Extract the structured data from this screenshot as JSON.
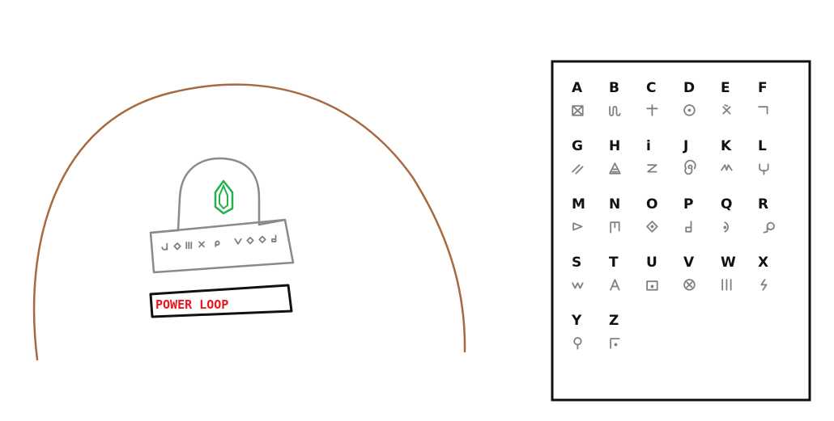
{
  "caption": {
    "text": "POWER LOOP",
    "color": "#e8161d"
  },
  "colors": {
    "arch": "#a8693e",
    "stone": "#8a8a8a",
    "gem": "#22b14c",
    "glyph": "#808080",
    "ink": "#111111"
  },
  "plaque_glyphs": [
    "glyph-d",
    "glyph-o",
    "glyph-w",
    "glyph-e",
    "glyph-r",
    "glyph-space",
    "glyph-l",
    "glyph-o",
    "glyph-o",
    "glyph-p"
  ],
  "alphabet": {
    "letters": [
      "A",
      "B",
      "C",
      "D",
      "E",
      "F",
      "G",
      "H",
      "i",
      "J",
      "K",
      "L",
      "M",
      "N",
      "O",
      "P",
      "Q",
      "R",
      "S",
      "T",
      "U",
      "V",
      "W",
      "X",
      "Y",
      "Z"
    ],
    "glyphs": [
      "boxed-x",
      "squiggle-u",
      "plus",
      "circle-dot",
      "dotted-x",
      "hook",
      "double-slash",
      "hatched-triangle",
      "z-hook",
      "spiral",
      "arrowheads",
      "fork",
      "triangle-right",
      "flag",
      "diamond-dot",
      "hook-square",
      "circle-dot-right",
      "nine",
      "wave",
      "triangle-a",
      "square-dot",
      "circle-x",
      "three-bars",
      "lightning",
      "lollipop",
      "corner-dot"
    ]
  }
}
